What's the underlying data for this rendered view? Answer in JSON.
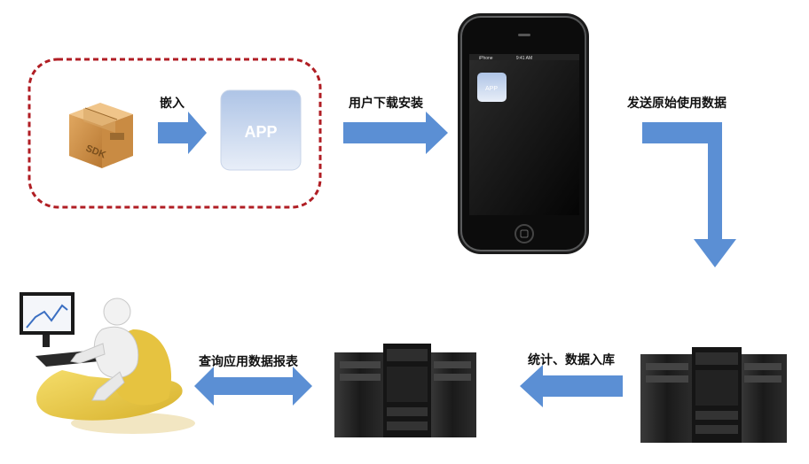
{
  "sdk_box": {
    "label": "SDK"
  },
  "app_tile": {
    "label": "APP"
  },
  "phone": {
    "carrier": "iPhone",
    "time": "9:41 AM",
    "app_icon_label": "APP"
  },
  "steps": {
    "embed": "嵌入",
    "download_install": "用户下载安装",
    "send_raw_data": "发送原始使用数据",
    "stats_store": "统计、数据入库",
    "query_reports": "查询应用数据报表"
  },
  "colors": {
    "arrow": "#5b8fd4",
    "dashed_border": "#b01e24",
    "app_tile_top": "#b8cce8",
    "app_tile_bottom": "#e6ecf6"
  }
}
